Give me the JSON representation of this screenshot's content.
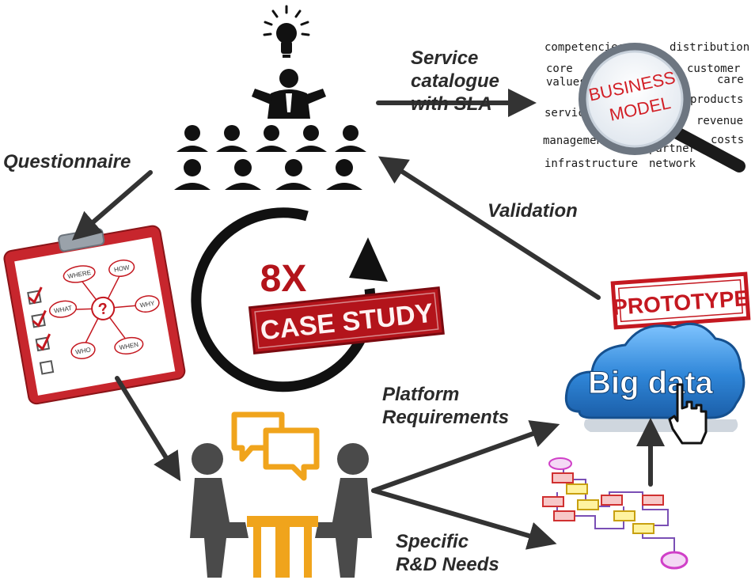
{
  "labels": {
    "service": [
      "Service",
      "catalogue",
      "with SLA"
    ],
    "questionnaire": "Questionnaire",
    "validation": "Validation",
    "platform": [
      "Platform",
      "Requirements"
    ],
    "specific": [
      "Specific",
      "R&D Needs"
    ]
  },
  "center": {
    "count": "8X",
    "stamp": "CASE STUDY"
  },
  "prototype_stamp": "PROTOTYPE",
  "big_data": "Big data",
  "business_model": {
    "lens_top": "BUSINESS",
    "lens_bottom": "MODEL",
    "words": [
      "competencies",
      "distribution",
      "core",
      "values",
      "customer",
      "care",
      "services",
      "products",
      "revenue",
      "management",
      "costs",
      "partner",
      "network",
      "infrastructure"
    ]
  },
  "clipboard": {
    "center": "?",
    "bubbles": [
      "WHERE",
      "HOW",
      "WHAT",
      "WHY",
      "WHO",
      "WHEN"
    ]
  },
  "colors": {
    "dark": "#2a2a2a",
    "stamp_red": "#b3141b",
    "cloud_blue": "#2f86d8",
    "orange": "#f0a41c"
  }
}
